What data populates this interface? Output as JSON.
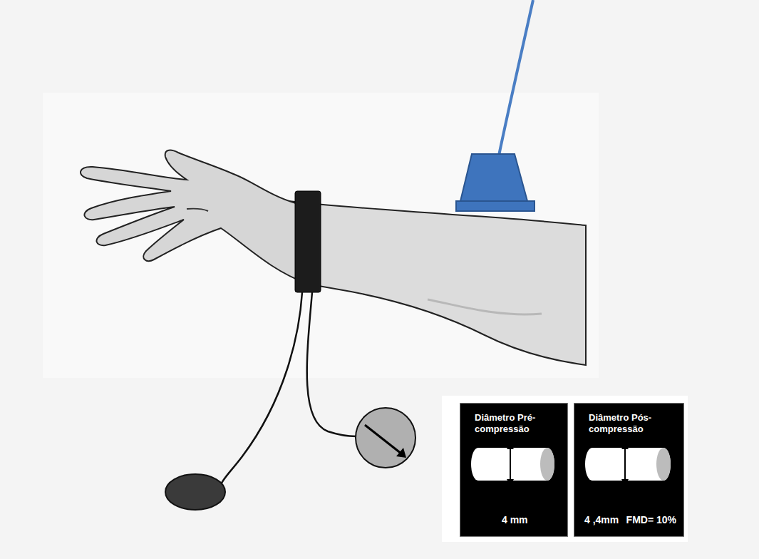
{
  "diagram": {
    "nodes": [
      {
        "text": [
          "Diâmetro Pré-compressão",
          "4 mm"
        ]
      },
      {
        "text": [
          "Diâmetro Pós-compressão",
          "4 ,4mm",
          "FMD= 10%"
        ]
      }
    ]
  }
}
